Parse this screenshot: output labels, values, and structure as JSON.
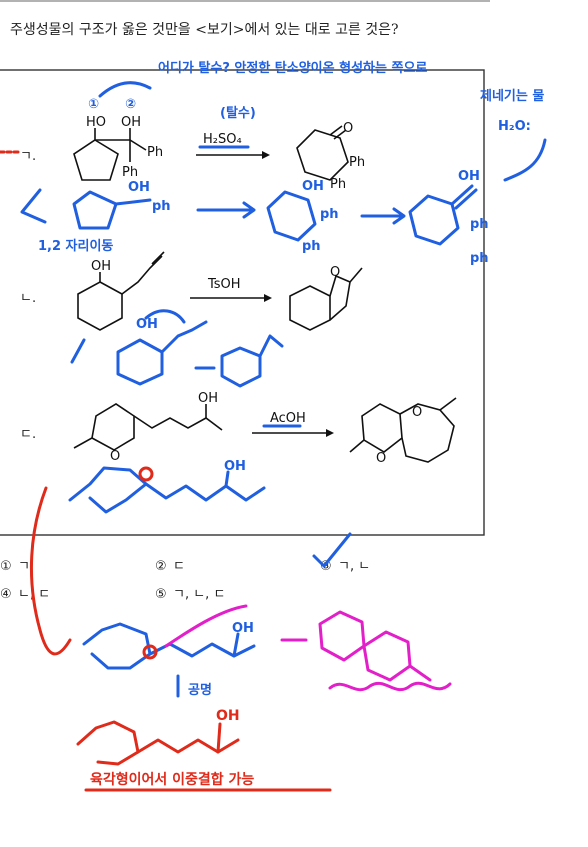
{
  "question": "주생성물의 구조가 옳은 것만을 <보기>에서 있는 대로 고른 것은?",
  "reactions": [
    {
      "label": "ㄱ.",
      "reagent": "H₂SO₄",
      "reactant": {
        "oh_labels": [
          "HO",
          "OH"
        ],
        "groups": [
          "Ph",
          "Ph"
        ]
      },
      "product": {
        "o_label": "O",
        "groups": [
          "Ph",
          "Ph"
        ]
      }
    },
    {
      "label": "ㄴ.",
      "reagent": "TsOH",
      "reactant": {
        "oh_label": "OH"
      },
      "product": {
        "o_label": "O"
      }
    },
    {
      "label": "ㄷ.",
      "reagent": "AcOH",
      "reactant": {
        "oh_label": "OH",
        "o_label": "O"
      },
      "product": {
        "o_labels": [
          "O",
          "O"
        ]
      }
    }
  ],
  "choices": [
    {
      "num": "①",
      "text": "ㄱ"
    },
    {
      "num": "②",
      "text": "ㄷ"
    },
    {
      "num": "③",
      "text": "ㄱ, ㄴ"
    },
    {
      "num": "④",
      "text": "ㄴ, ㄷ"
    },
    {
      "num": "⑤",
      "text": "ㄱ, ㄴ, ㄷ"
    }
  ],
  "annotations": {
    "blue_top": "어디가 탈수? 안정한 탄소양이온 형성하는 쪽으로",
    "blue_dehydration": "(탈수)",
    "blue_side": "제네기는 물",
    "blue_water": "H₂O:",
    "blue_shift": "1,2 자리이동",
    "blue_ph": "ph",
    "blue_oh": "OH",
    "blue_resonance": "공명",
    "blue_numbers": [
      "①",
      "②"
    ],
    "red_note": "육각형이어서 이중결합 가능",
    "red_oh": "OH"
  },
  "colors": {
    "ink": "#111111",
    "blue": "#1f5fe0",
    "red": "#e02a1a",
    "magenta": "#e31fc9"
  }
}
